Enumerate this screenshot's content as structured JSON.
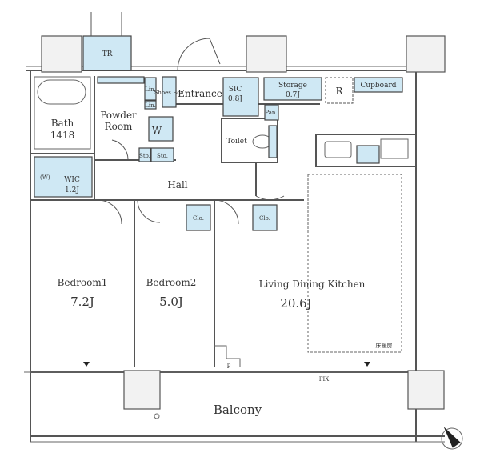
{
  "rooms": {
    "tr": "TR",
    "bath": "Bath",
    "bath_size": "1418",
    "powder_room_1": "Powder",
    "powder_room_2": "Room",
    "lin1": "Lin.",
    "lin2": "Lin.",
    "shoes_box": "Shoes Box",
    "washer": "W",
    "sto_small": "Sto.",
    "sto": "Sto.",
    "entrance": "Entrance",
    "sic": "SIC",
    "sic_size": "0.8J",
    "storage": "Storage",
    "storage_size": "0.7J",
    "pan": "Pan.",
    "refrigerator": "R",
    "cupboard": "Cupboard",
    "toilet": "Toilet",
    "wic": "WIC",
    "wic_size": "1.2J",
    "wc": "(W)",
    "hall": "Hall",
    "clo1": "Clo.",
    "clo2": "Clo.",
    "bedroom1": "Bedroom1",
    "bedroom1_size": "7.2J",
    "bedroom2": "Bedroom2",
    "bedroom2_size": "5.0J",
    "ldk": "Living Dining Kitchen",
    "ldk_size": "20.6J",
    "floor_heating": "床暖房",
    "pipe": "P",
    "fix": "FIX",
    "balcony": "Balcony"
  },
  "colors": {
    "storage_fill": "#cfe8f4",
    "wall": "#555555"
  }
}
